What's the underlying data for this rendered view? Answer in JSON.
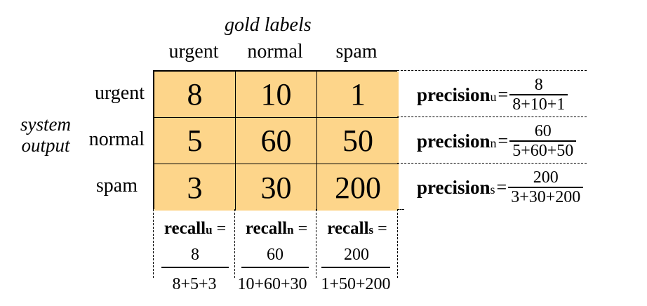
{
  "title": "gold labels",
  "side_label_line1": "system",
  "side_label_line2": "output",
  "columns": [
    "urgent",
    "normal",
    "spam"
  ],
  "rows": [
    "urgent",
    "normal",
    "spam"
  ],
  "matrix": [
    [
      "8",
      "10",
      "1"
    ],
    [
      "5",
      "60",
      "50"
    ],
    [
      "3",
      "30",
      "200"
    ]
  ],
  "precision": [
    {
      "word": "precision",
      "sub": "u",
      "eq": "=",
      "num": "8",
      "den": "8+10+1"
    },
    {
      "word": "precision",
      "sub": "n",
      "eq": "=",
      "num": "60",
      "den": "5+60+50"
    },
    {
      "word": "precision",
      "sub": "s",
      "eq": "=",
      "num": "200",
      "den": "3+30+200"
    }
  ],
  "recall": [
    {
      "word": "recall",
      "sub": "u",
      "eq": "=",
      "num": "8",
      "den": "8+5+3"
    },
    {
      "word": "recall",
      "sub": "n",
      "eq": "=",
      "num": "60",
      "den": "10+60+30"
    },
    {
      "word": "recall",
      "sub": "s",
      "eq": "=",
      "num": "200",
      "den": "1+50+200"
    }
  ],
  "colors": {
    "cell_fill": "#fdd58a",
    "line": "#000000"
  }
}
